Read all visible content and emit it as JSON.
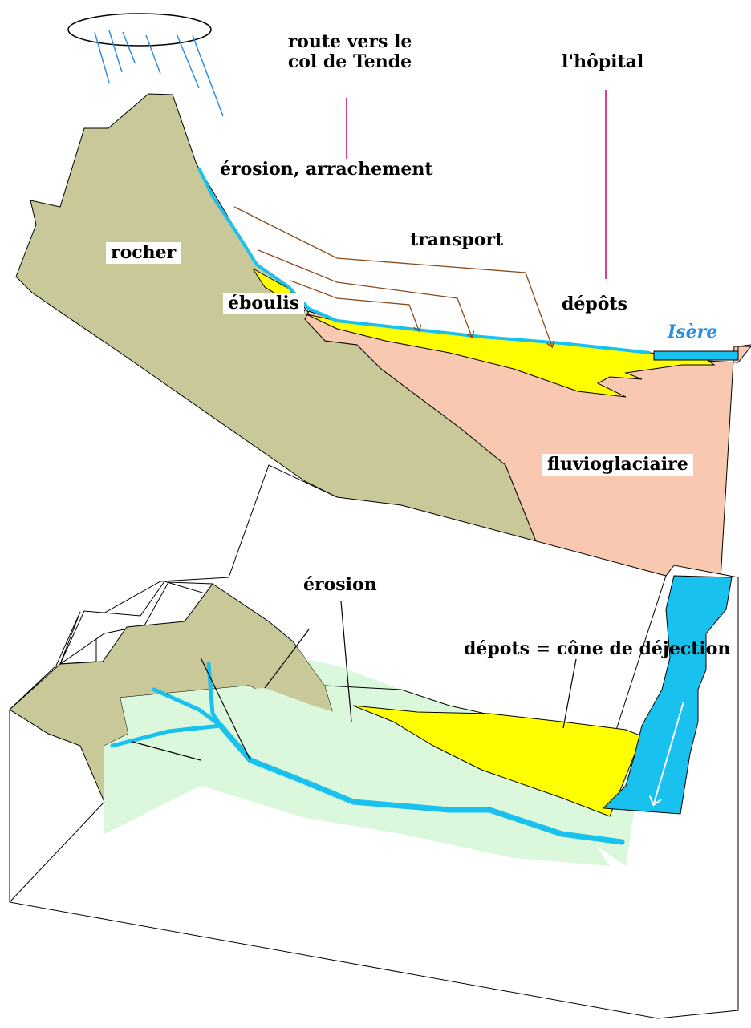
{
  "top_section": {
    "labels": {
      "route": "route vers le\ncol de Tende",
      "hopital": "l'hôpital",
      "erosion_arrachement": "érosion, arrachement",
      "transport": "transport",
      "rocher": "rocher",
      "eboulis": "éboulis",
      "depots": "dépôts",
      "isere": "Isère",
      "fluvioglaciaire": "fluvioglaciaire"
    }
  },
  "bottom_section": {
    "labels": {
      "erosion": "érosion",
      "depots_cone": "dépots = cône de déjection"
    }
  },
  "colors": {
    "rock": "#c8c898",
    "fluvioglacial": "#f8c8b0",
    "deposits": "#ffff00",
    "water": "#19c1ee",
    "erosion_zone": "#dcf8dc",
    "pointer": "#c8007a",
    "transport_arrow": "#8b4a1a"
  }
}
